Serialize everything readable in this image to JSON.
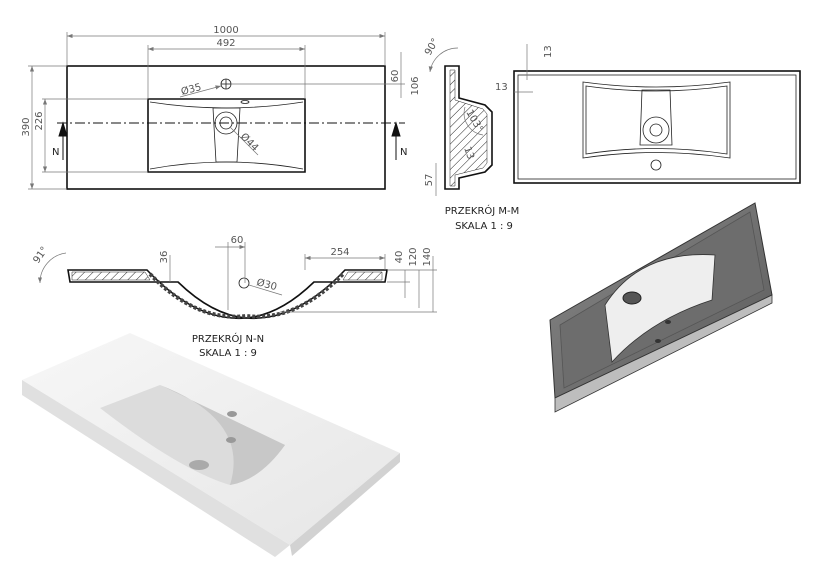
{
  "top_view": {
    "dims": {
      "width_total": "1000",
      "basin_width": "492",
      "depth_total": "390",
      "basin_depth": "226",
      "tap_offset": "60",
      "tap_to_axis": "106",
      "tap_hole": "Ø35",
      "drain": "Ø44"
    },
    "section_marker": "N"
  },
  "section_mm": {
    "dims": {
      "angle_top": "90°",
      "angle_basin": "103°",
      "wall": "13",
      "bottom": "57"
    },
    "title": "PRZEKRÓJ M-M",
    "scale": "SKALA 1 : 9"
  },
  "right_view": {
    "dims": {
      "edge_top": "13",
      "edge_side": "13"
    }
  },
  "section_nn": {
    "dims": {
      "angle": "91°",
      "depth_36": "36",
      "offset_60": "60",
      "hole": "Ø30",
      "flat_254": "254",
      "h40": "40",
      "h120": "120",
      "h140": "140"
    },
    "title": "PRZEKRÓJ N-N",
    "scale": "SKALA 1 : 9"
  }
}
